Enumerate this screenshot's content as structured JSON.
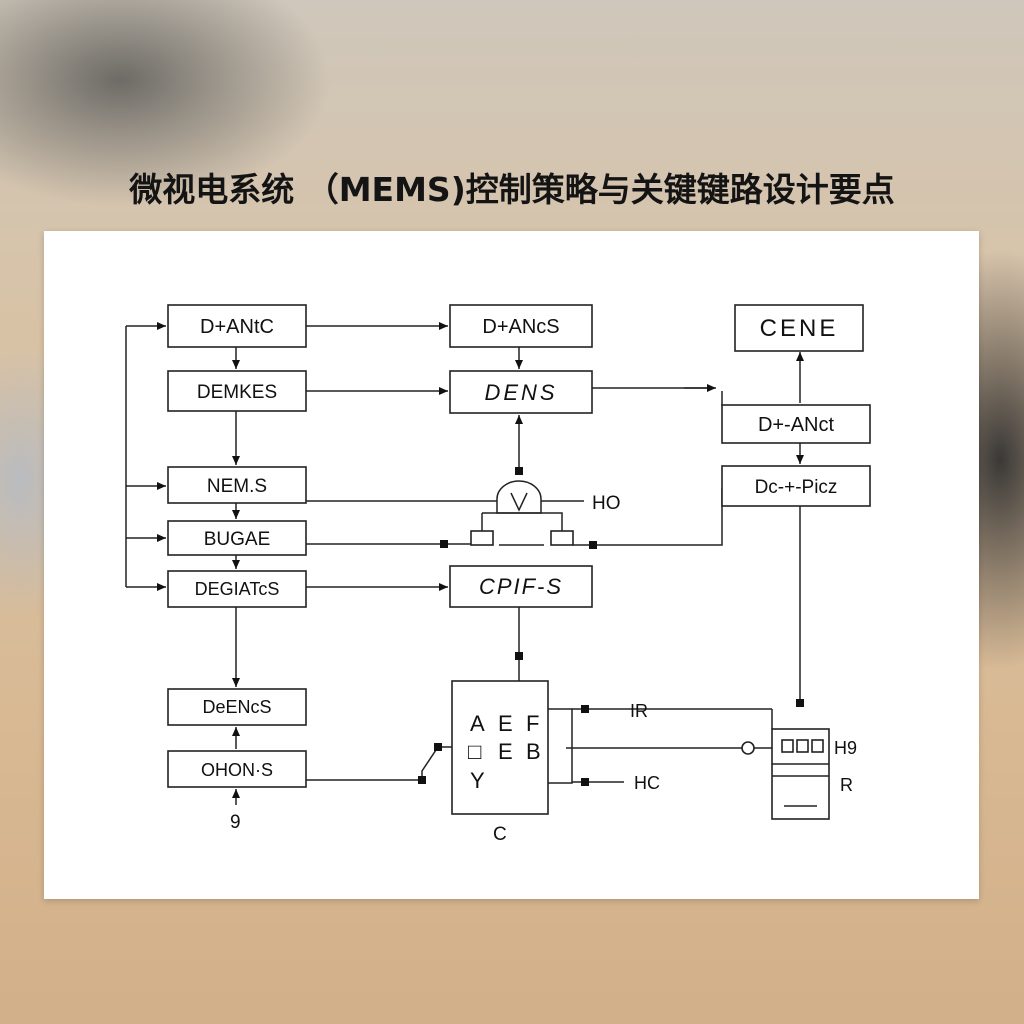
{
  "title": "微视电系统 （MEMS)控制策略与关键键路设计要点",
  "diagram": {
    "left_column": [
      "D+ANtC",
      "DEMKES",
      "NEM.S",
      "BUGAE",
      "DEGIATcS",
      "DeENcS",
      "OHON·S"
    ],
    "left_input": "9",
    "middle_column": [
      "D+ANcS",
      "DENS",
      "CPIF-S"
    ],
    "right_column": [
      "CENE",
      "D+-ANct",
      "Dc-+-Picz"
    ],
    "amp_label": "HO",
    "chip_letters": [
      "A",
      "E",
      "F",
      "□",
      "E",
      "B",
      "Y"
    ],
    "chip_caption": "C",
    "chip_pins": [
      "IR",
      "HC"
    ],
    "connector_label": "H9",
    "connector_sub": "R"
  }
}
